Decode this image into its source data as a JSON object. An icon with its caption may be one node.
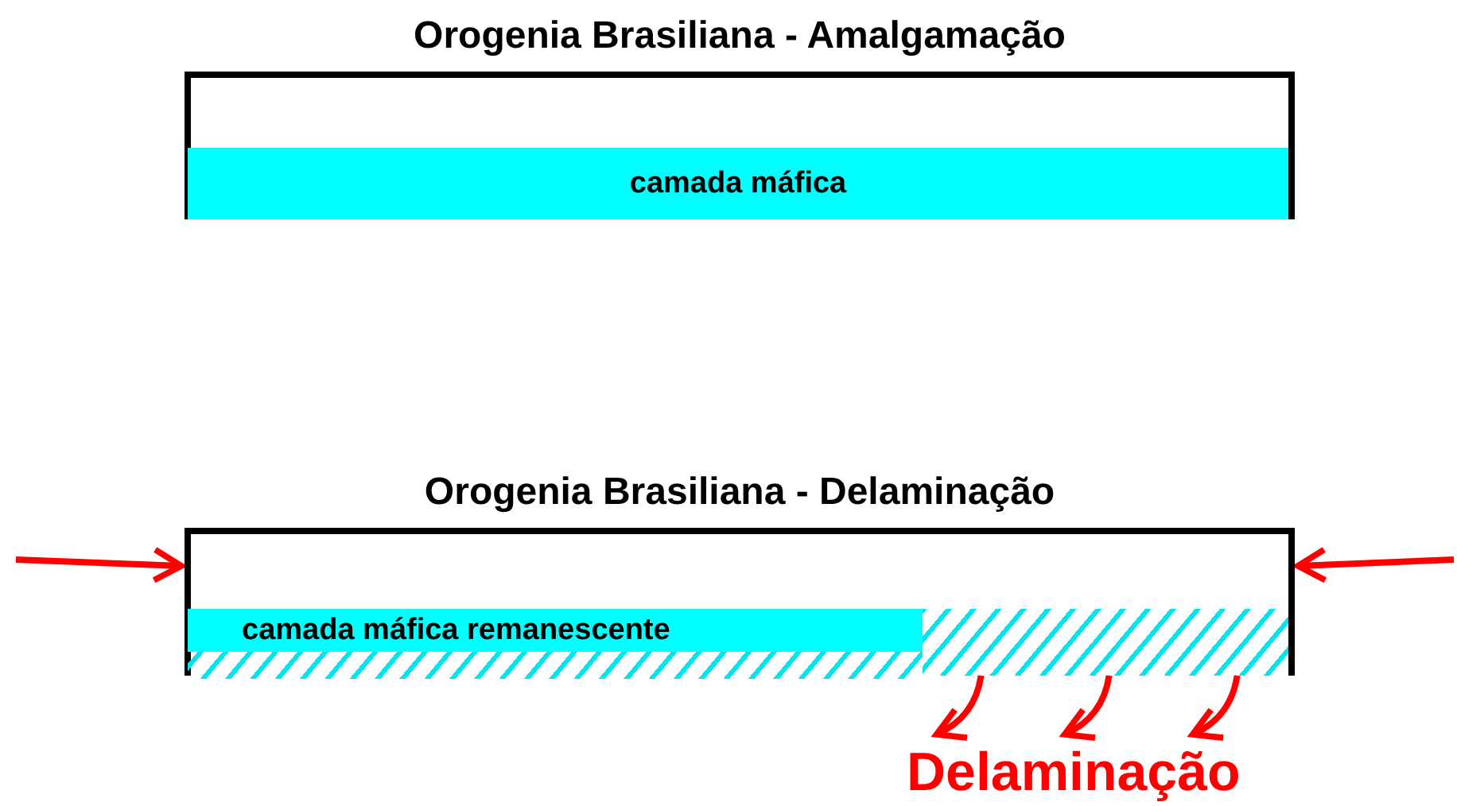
{
  "diagram": {
    "nodes": [
      {
        "text": [
          "Orogenia Brasiliana - Amalgamação"
        ]
      },
      {
        "text": [
          "camada máfica"
        ],
        "in": 0
      },
      {
        "text": [
          "Orogenia Brasiliana - Delaminação"
        ]
      },
      {
        "text": [
          "camada máfica remanescente"
        ],
        "in": 2
      },
      {
        "text": [],
        "shape": "bar",
        "in": 2
      },
      {
        "text": [],
        "shape": "bar",
        "in": 2
      },
      {
        "text": [
          "Delaminação"
        ]
      }
    ],
    "edges": [
      {
        "from": null,
        "to": 2,
        "arrow": "to",
        "color": "#ff0000"
      },
      {
        "from": null,
        "to": 2,
        "arrow": "to",
        "color": "#ff0000"
      },
      {
        "from": 5,
        "to": 6,
        "arrow": "to",
        "color": "#ff0000"
      },
      {
        "from": 5,
        "to": 6,
        "arrow": "to",
        "color": "#ff0000"
      },
      {
        "from": 5,
        "to": 6,
        "arrow": "to",
        "color": "#ff0000"
      }
    ]
  }
}
